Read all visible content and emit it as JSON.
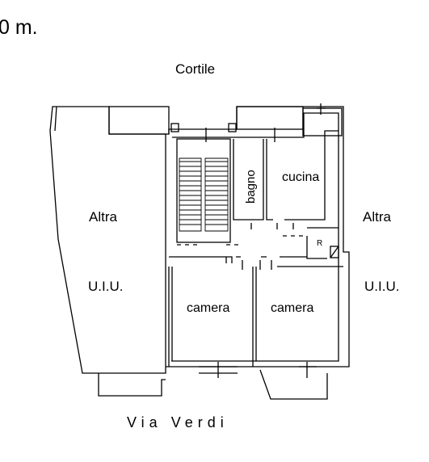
{
  "scale_text": "0 m.",
  "top_label": "Cortile",
  "street_label": "Via Verdi",
  "left_unit": {
    "line1": "Altra",
    "line2": "U.I.U."
  },
  "right_unit": {
    "line1": "Altra",
    "line2": "U.I.U."
  },
  "rooms": {
    "kitchen": "cucina",
    "bathroom": "bagno",
    "bedroom_left": "camera",
    "bedroom_right": "camera"
  },
  "marker_r": "R",
  "line_color": "#000000",
  "background_color": "#ffffff"
}
